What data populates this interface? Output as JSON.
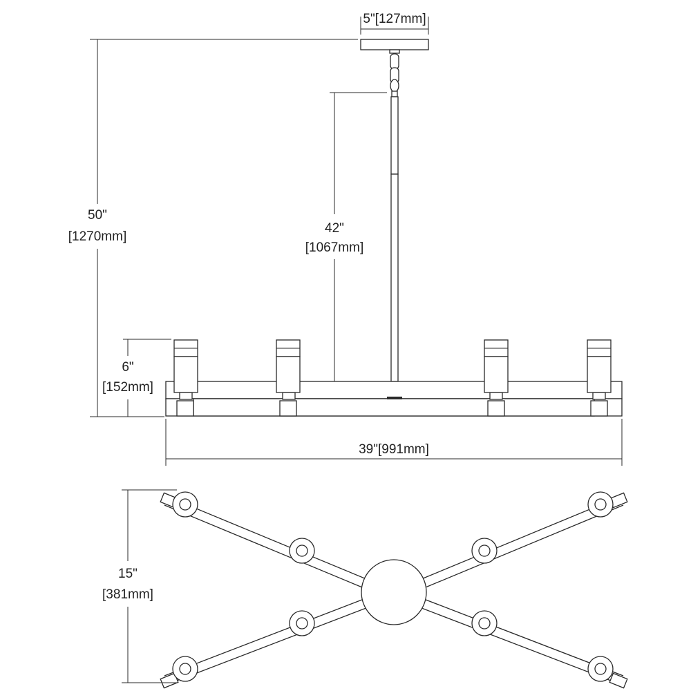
{
  "dimensions": {
    "canopy_width": "5\"[127mm]",
    "overall_height_in": "50\"",
    "overall_height_mm": "[1270mm]",
    "stem_length_in": "42\"",
    "stem_length_mm": "[1067mm]",
    "fixture_height_in": "6\"",
    "fixture_height_mm": "[152mm]",
    "overall_width": "39\"[991mm]",
    "depth_in": "15\"",
    "depth_mm": "[381mm]"
  },
  "colors": {
    "line": "#2a2a2a",
    "background": "#ffffff"
  }
}
